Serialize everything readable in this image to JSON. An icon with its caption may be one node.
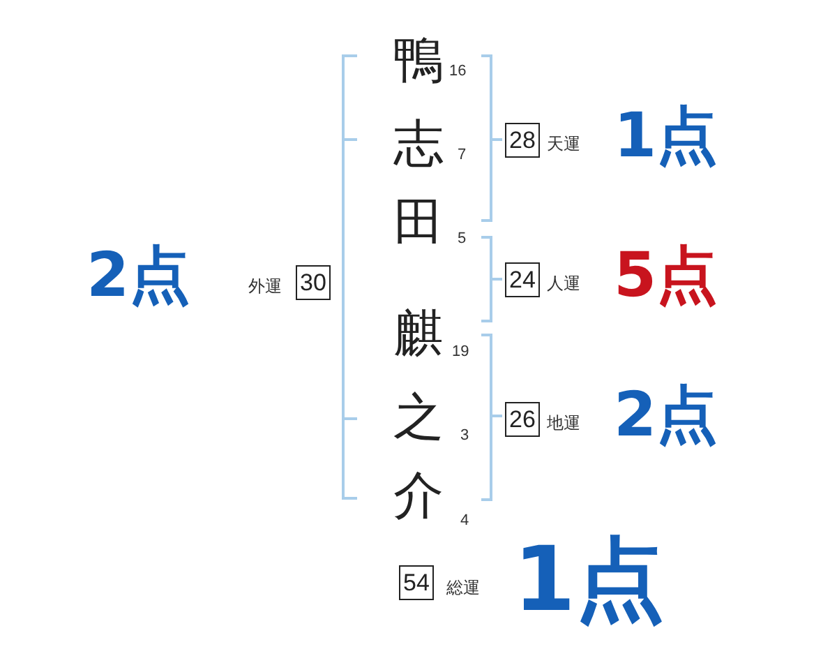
{
  "diagram": {
    "nodes": [
      {
        "text": [
          "28"
        ],
        "beside": [
          "天運"
        ]
      },
      {
        "text": [
          "30"
        ],
        "beside": [
          "外運"
        ]
      },
      {
        "text": [
          "24"
        ],
        "beside": [
          "人運"
        ]
      },
      {
        "text": [
          "26"
        ],
        "beside": [
          "地運"
        ]
      },
      {
        "text": [
          "54"
        ],
        "beside": [
          "総運"
        ]
      }
    ],
    "labels": [
      "鴨",
      "16",
      "志",
      "7",
      "田",
      "5",
      "麒",
      "19",
      "之",
      "3",
      "介",
      "4",
      "1点",
      "2点",
      "5点",
      "2点",
      "1点"
    ]
  }
}
